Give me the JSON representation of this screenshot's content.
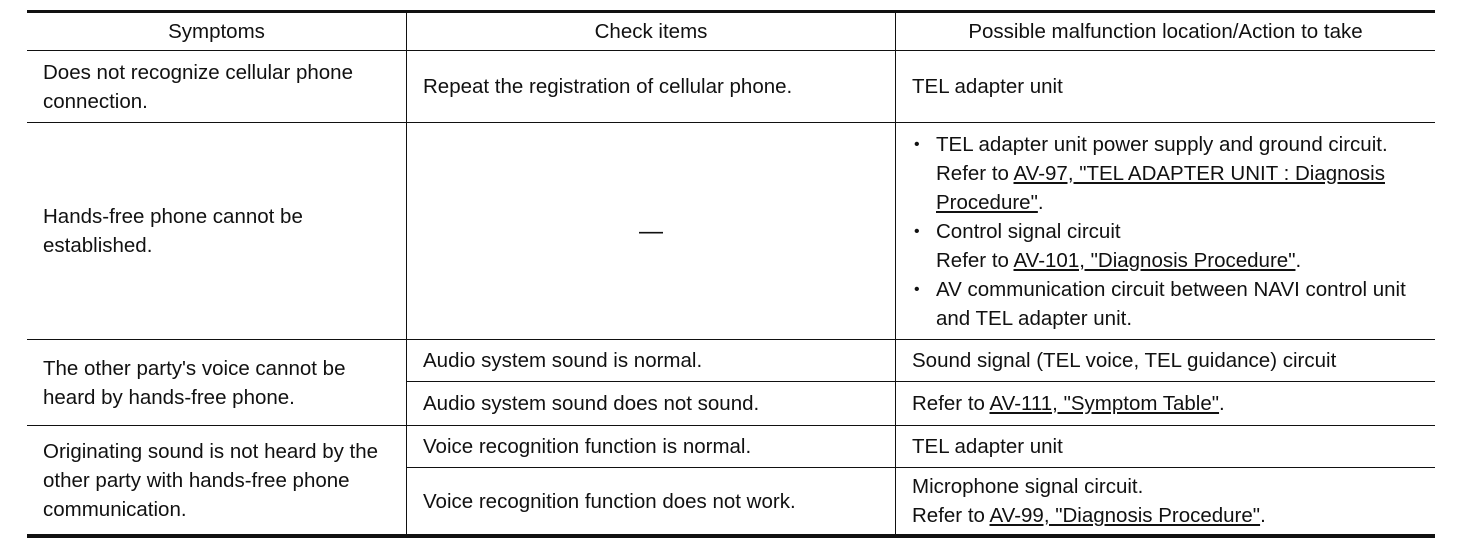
{
  "headers": {
    "symptoms": "Symptoms",
    "check_items": "Check items",
    "action": "Possible malfunction location/Action to take"
  },
  "rows": {
    "r1": {
      "symptom": "Does not recognize cellular phone connection.",
      "check": "Repeat the registration of cellular phone.",
      "action": "TEL adapter unit"
    },
    "r2": {
      "symptom": "Hands-free phone cannot be established.",
      "check": "—",
      "bullets": {
        "b1_text": "TEL adapter unit power supply and ground circuit.",
        "b1_refer": "Refer to ",
        "b1_link": "AV-97, \"TEL ADAPTER UNIT : Diagnosis Procedure\"",
        "b1_end": ".",
        "b2_text": "Control signal circuit",
        "b2_refer": "Refer to ",
        "b2_link": "AV-101, \"Diagnosis Procedure\"",
        "b2_end": ".",
        "b3_text": "AV communication circuit between NAVI control unit and TEL adapter unit."
      }
    },
    "r3": {
      "symptom": "The other party's voice cannot be heard by hands-free phone.",
      "check_a": "Audio system sound is normal.",
      "action_a": "Sound signal (TEL voice, TEL guidance) circuit",
      "check_b": "Audio system sound does not sound.",
      "action_b_refer": "Refer to ",
      "action_b_link": "AV-111, \"Symptom Table\"",
      "action_b_end": "."
    },
    "r4": {
      "symptom": "Originating sound is not heard by the other party with hands-free phone communication.",
      "check_a": "Voice recognition function is normal.",
      "action_a": "TEL adapter unit",
      "check_b": "Voice recognition function does not work.",
      "action_b_text": "Microphone signal circuit.",
      "action_b_refer": "Refer to ",
      "action_b_link": "AV-99, \"Diagnosis Procedure\"",
      "action_b_end": "."
    }
  }
}
